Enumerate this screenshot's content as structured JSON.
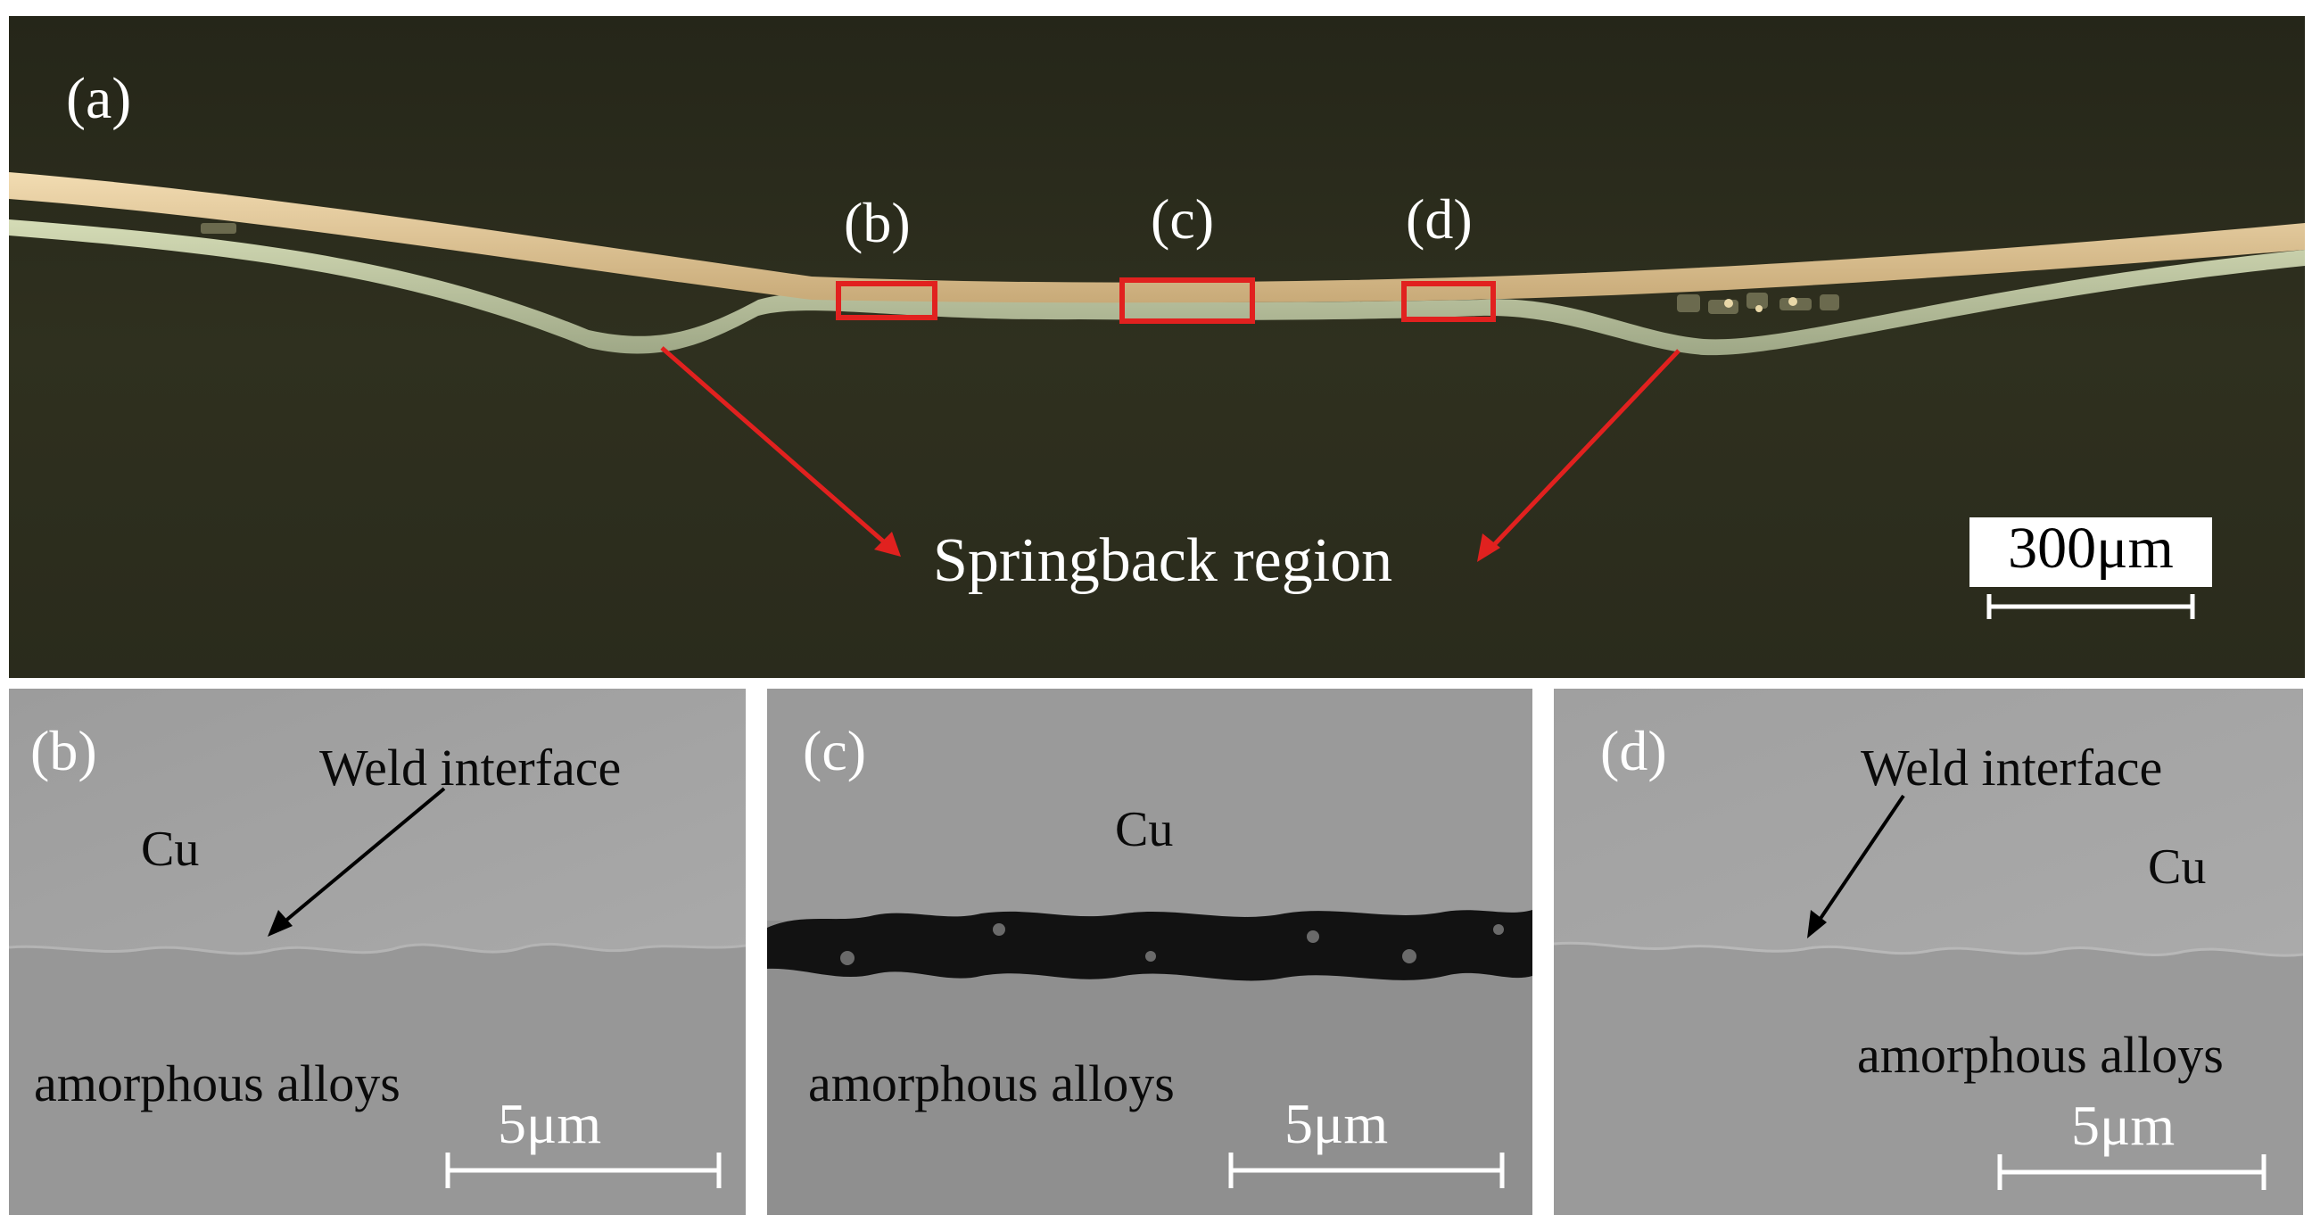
{
  "figure": {
    "panel_a": {
      "label": "(a)",
      "region_labels": [
        "(b)",
        "(c)",
        "(d)"
      ],
      "annotation": "Springback region",
      "scale_bar": "300μm"
    },
    "panel_b": {
      "label": "(b)",
      "weld_label": "Weld interface",
      "top_material": "Cu",
      "bottom_material": "amorphous alloys",
      "scale_bar": "5μm"
    },
    "panel_c": {
      "label": "(c)",
      "top_material": "Cu",
      "bottom_material": "amorphous alloys",
      "scale_bar": "5μm"
    },
    "panel_d": {
      "label": "(d)",
      "weld_label": "Weld interface",
      "top_material": "Cu",
      "bottom_material": "amorphous alloys",
      "scale_bar": "5μm"
    }
  }
}
